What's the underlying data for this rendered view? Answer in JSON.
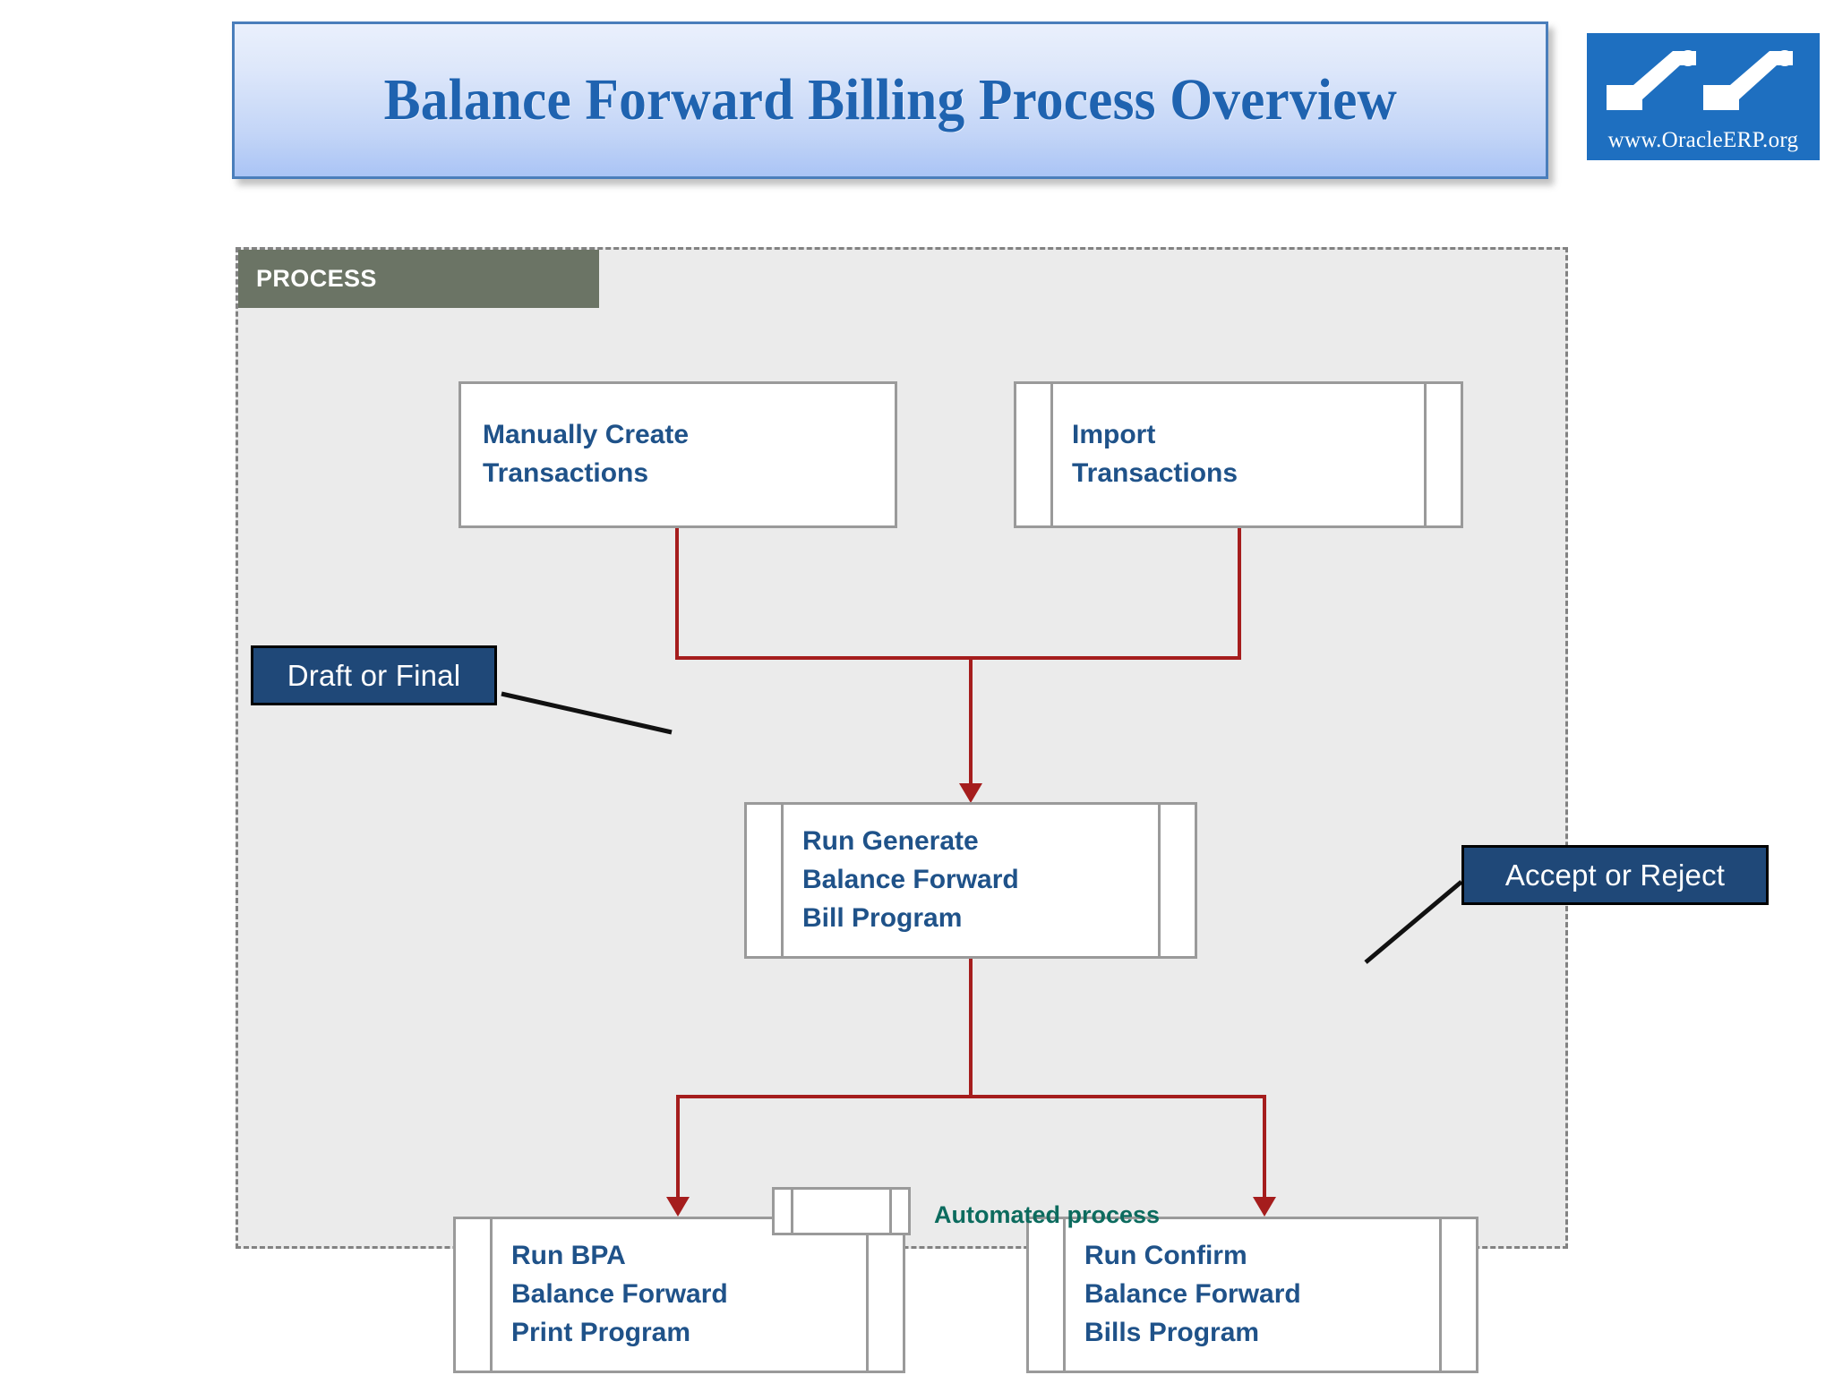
{
  "header": {
    "title": "Balance Forward Billing Process Overview",
    "logo": {
      "name": "oracleerp-logo",
      "url_text": "www.OracleERP.org",
      "background": "#1e6fc0"
    }
  },
  "diagram": {
    "type": "flowchart",
    "lane_label": "PROCESS",
    "lane_label_color": "#6b7465",
    "lane_background": "#ebebeb",
    "connector_color": "#a51d1d",
    "box_text_color": "#1f5289",
    "box_border_color": "#9a9a9a",
    "nodes": [
      {
        "id": "manually-create-transactions",
        "label": "Manually Create\nTransactions",
        "shape": "process"
      },
      {
        "id": "import-transactions",
        "label": "Import\nTransactions",
        "shape": "predefined-process"
      },
      {
        "id": "run-generate-balance-forward-bill-program",
        "label": "Run Generate\nBalance Forward\nBill Program",
        "shape": "predefined-process"
      },
      {
        "id": "run-bpa-balance-forward-print-program",
        "label": "Run BPA\nBalance Forward\nPrint Program",
        "shape": "predefined-process"
      },
      {
        "id": "run-confirm-balance-forward-bills-program",
        "label": "Run Confirm\nBalance Forward\nBills Program",
        "shape": "predefined-process"
      }
    ],
    "edges": [
      {
        "from": "manually-create-transactions",
        "to": "run-generate-balance-forward-bill-program"
      },
      {
        "from": "import-transactions",
        "to": "run-generate-balance-forward-bill-program"
      },
      {
        "from": "run-generate-balance-forward-bill-program",
        "to": "run-bpa-balance-forward-print-program"
      },
      {
        "from": "run-generate-balance-forward-bill-program",
        "to": "run-confirm-balance-forward-bills-program"
      }
    ],
    "callouts": [
      {
        "id": "draft-or-final",
        "label": "Draft or Final",
        "target": "run-generate-balance-forward-bill-program",
        "color": "#1f4878"
      },
      {
        "id": "accept-or-reject",
        "label": "Accept or Reject",
        "target": "run-confirm-balance-forward-bills-program",
        "color": "#1f4878"
      }
    ],
    "legend": [
      {
        "id": "automated-process",
        "label": "Automated process",
        "shape": "predefined-process",
        "text_color": "#0c6b5e"
      }
    ]
  }
}
